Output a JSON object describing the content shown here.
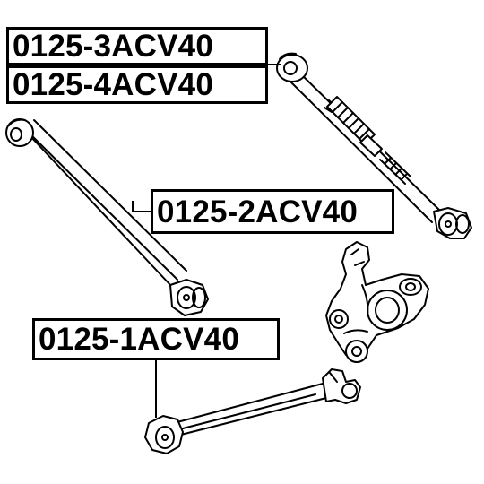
{
  "diagram": {
    "parts": [
      {
        "id": "part-3",
        "number": "0125-3ACV40",
        "component": "upper-rear-adjustable-arm"
      },
      {
        "id": "part-4",
        "number": "0125-4ACV40",
        "component": "upper-rear-adjustable-arm"
      },
      {
        "id": "part-2",
        "number": "0125-2ACV40",
        "component": "rear-lateral-link"
      },
      {
        "id": "part-1",
        "number": "0125-1ACV40",
        "component": "lower-suspension-arm"
      }
    ],
    "colors": {
      "line": "#000000",
      "background": "#ffffff"
    }
  }
}
